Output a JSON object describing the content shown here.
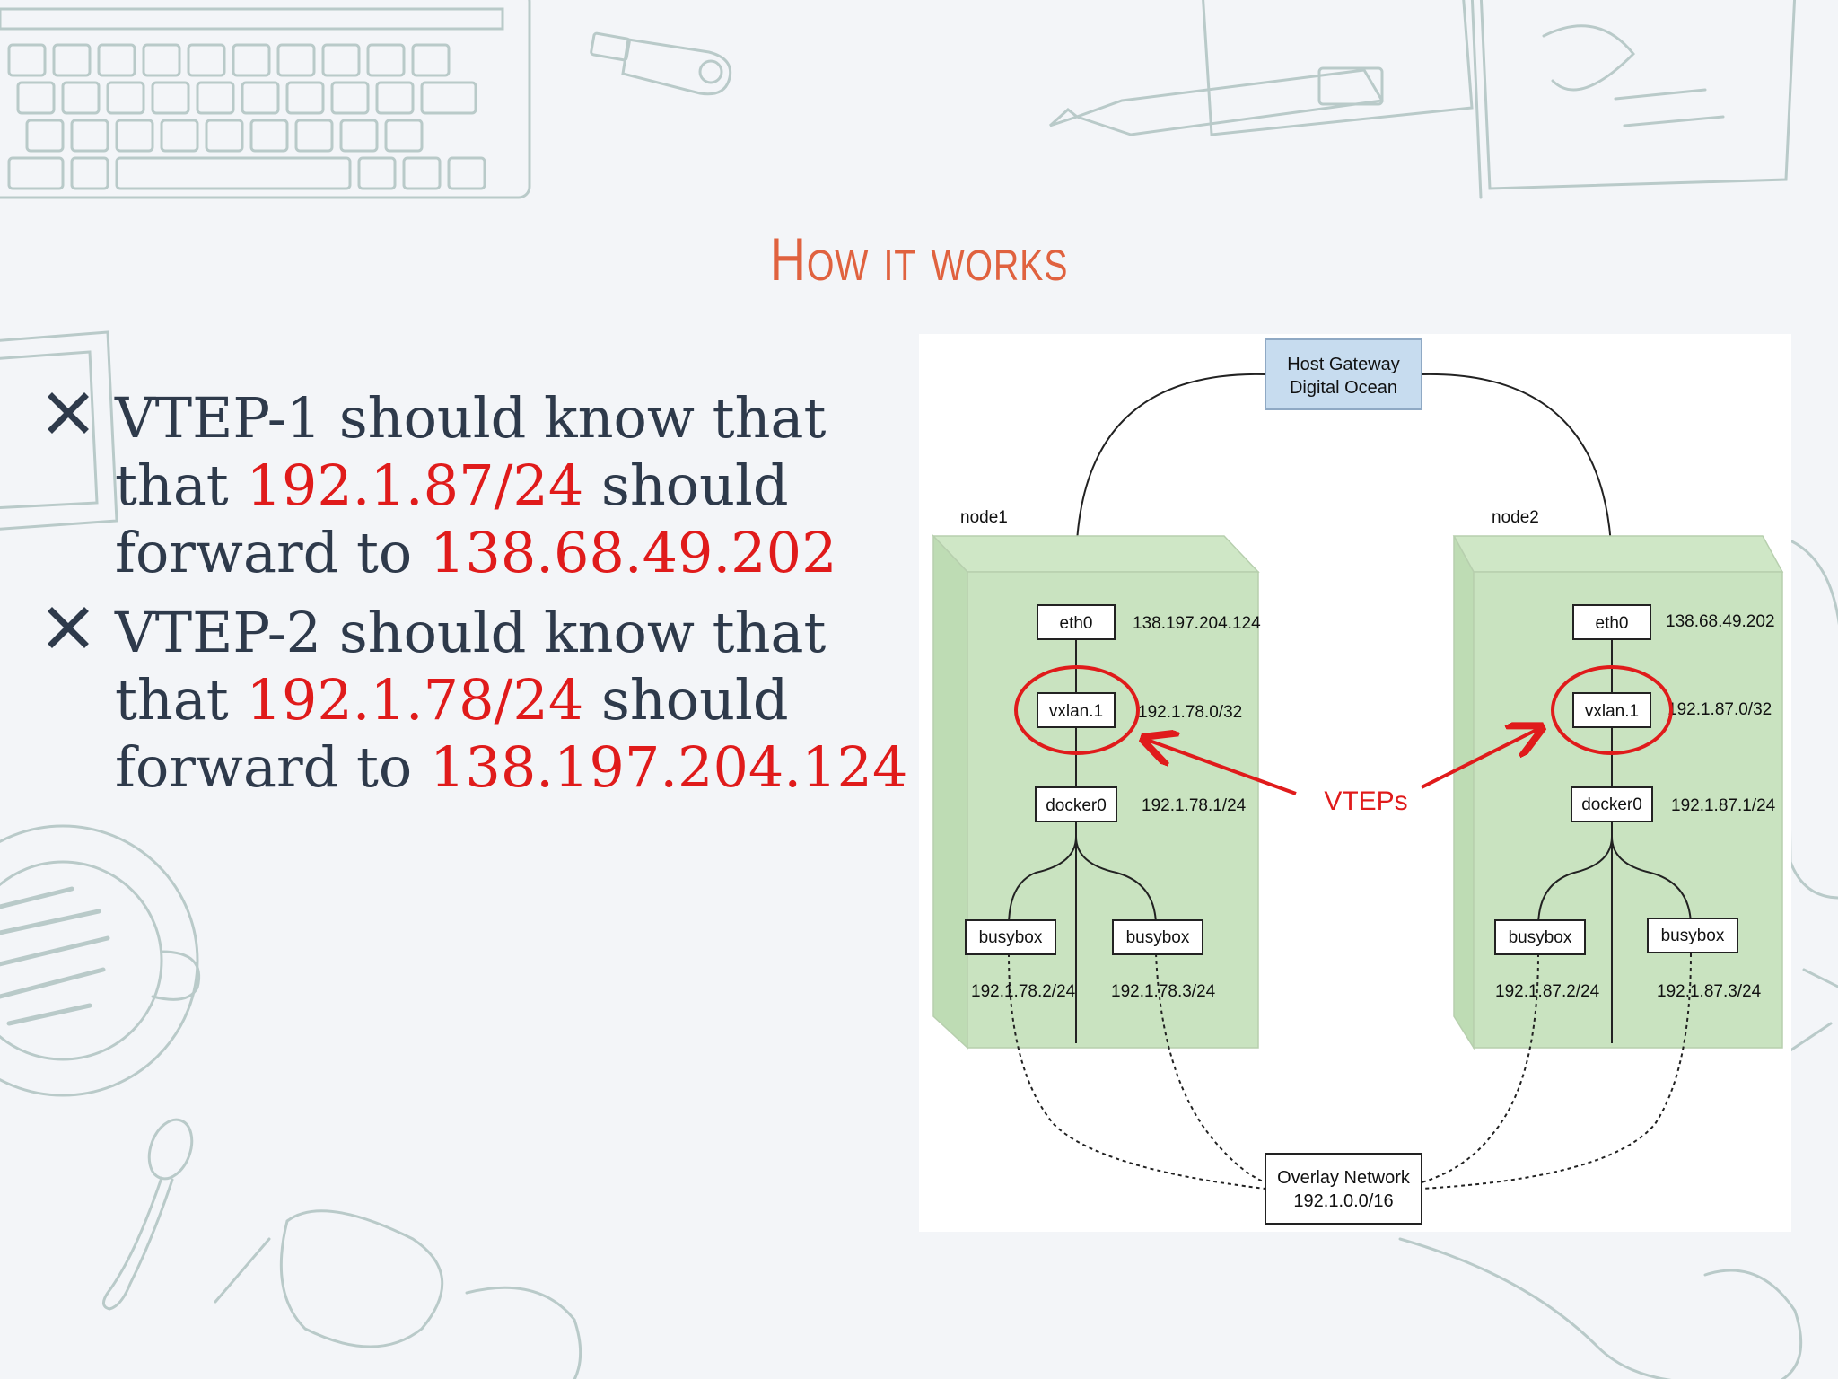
{
  "title": "How it works",
  "bullets": [
    {
      "line1": "VTEP-1 should know that",
      "line2_a": "that ",
      "line2_red": "192.1.87/24",
      "line2_b": " should",
      "line3_a": "forward to ",
      "line3_red": "138.68.49.202"
    },
    {
      "line1": "VTEP-2 should know that",
      "line2_a": "that ",
      "line2_red": "192.1.78/24",
      "line2_b": " should",
      "line3_a": "forward to ",
      "line3_red": "138.197.204.124"
    }
  ],
  "diagram": {
    "gateway": {
      "line1": "Host Gateway",
      "line2": "Digital Ocean"
    },
    "overlay": {
      "line1": "Overlay Network",
      "line2": "192.1.0.0/16"
    },
    "vteps_label": "VTEPs",
    "node1": {
      "name": "node1",
      "eth0": "eth0",
      "eth0_ip": "138.197.204.124",
      "vxlan": "vxlan.1",
      "vxlan_ip": "192.1.78.0/32",
      "docker": "docker0",
      "docker_ip": "192.1.78.1/24",
      "busybox_a": "busybox",
      "busybox_a_ip": "192.1.78.2/24",
      "busybox_b": "busybox",
      "busybox_b_ip": "192.1.78.3/24"
    },
    "node2": {
      "name": "node2",
      "eth0": "eth0",
      "eth0_ip": "138.68.49.202",
      "vxlan": "vxlan.1",
      "vxlan_ip": "192.1.87.0/32",
      "docker": "docker0",
      "docker_ip": "192.1.87.1/24",
      "busybox_a": "busybox",
      "busybox_a_ip": "192.1.87.2/24",
      "busybox_b": "busybox",
      "busybox_b_ip": "192.1.87.3/24"
    }
  },
  "colors": {
    "title": "#e0623f",
    "text": "#2e3a4b",
    "highlight": "#e01b1b",
    "node_fill": "#c9e3c0",
    "gateway_fill": "#c7dcef",
    "doodle": "#b9cac9"
  }
}
